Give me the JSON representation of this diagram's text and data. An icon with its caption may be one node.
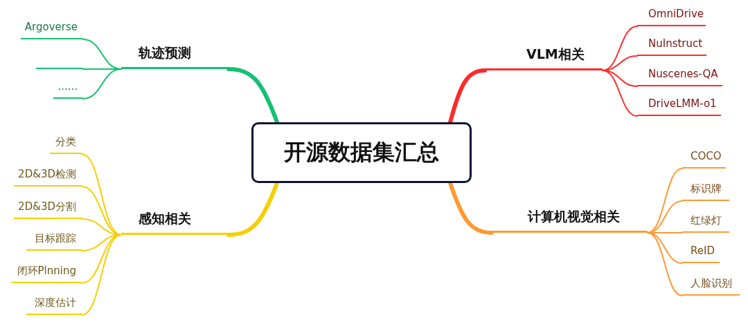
{
  "diagram": {
    "nodes": [
      {
        "text": [
          "开源数据集汇总"
        ]
      },
      {
        "text": [
          "轨迹预测"
        ]
      },
      {
        "text": [
          "Argoverse"
        ]
      },
      {
        "text": [],
        "shape": "line"
      },
      {
        "text": [
          "......"
        ]
      },
      {
        "text": [
          "感知相关"
        ]
      },
      {
        "text": [
          "分类"
        ]
      },
      {
        "text": [
          "2D&3D检测"
        ]
      },
      {
        "text": [
          "2D&3D分割"
        ]
      },
      {
        "text": [
          "目标跟踪"
        ]
      },
      {
        "text": [
          "闭环Plnning"
        ]
      },
      {
        "text": [
          "深度估计"
        ]
      },
      {
        "text": [
          "VLM相关"
        ]
      },
      {
        "text": [
          "OmniDrive"
        ]
      },
      {
        "text": [
          "NuInstruct"
        ]
      },
      {
        "text": [
          "Nuscenes-QA"
        ]
      },
      {
        "text": [
          "DriveLMM-o1"
        ]
      },
      {
        "text": [
          "计算机视觉相关"
        ]
      },
      {
        "text": [
          "COCO"
        ]
      },
      {
        "text": [
          "标识牌"
        ]
      },
      {
        "text": [
          "红绿灯"
        ]
      },
      {
        "text": [
          "ReID"
        ]
      },
      {
        "text": [
          "人脸识别"
        ]
      }
    ],
    "edges": [
      {
        "from": 0,
        "to": 1,
        "arrow": "none",
        "style": "thick",
        "color": "#16c172"
      },
      {
        "from": 0,
        "to": 5,
        "arrow": "none",
        "style": "thick"
      },
      {
        "from": 0,
        "to": 12,
        "arrow": "none",
        "style": "thick",
        "color": "#ff2a2a"
      },
      {
        "from": 0,
        "to": 17,
        "arrow": "none",
        "style": "thick",
        "color": "#ff9a33"
      },
      {
        "from": 1,
        "to": 2,
        "arrow": "none",
        "color": "#16c172"
      },
      {
        "from": 1,
        "to": 3,
        "arrow": "none",
        "color": "#16c172"
      },
      {
        "from": 1,
        "to": 4,
        "arrow": "none",
        "color": "#16c172"
      },
      {
        "from": 5,
        "to": 6,
        "arrow": "none"
      },
      {
        "from": 5,
        "to": 7,
        "arrow": "none"
      },
      {
        "from": 5,
        "to": 8,
        "arrow": "none"
      },
      {
        "from": 5,
        "to": 9,
        "arrow": "none"
      },
      {
        "from": 5,
        "to": 10,
        "arrow": "none"
      },
      {
        "from": 5,
        "to": 11,
        "arrow": "none"
      },
      {
        "from": 12,
        "to": 13,
        "arrow": "none",
        "color": "#ff2a2a"
      },
      {
        "from": 12,
        "to": 14,
        "arrow": "none",
        "color": "#ff2a2a"
      },
      {
        "from": 12,
        "to": 15,
        "arrow": "none",
        "color": "#ff2a2a"
      },
      {
        "from": 12,
        "to": 16,
        "arrow": "none",
        "color": "#ff2a2a"
      },
      {
        "from": 17,
        "to": 18,
        "arrow": "none",
        "color": "#ff9a33"
      },
      {
        "from": 17,
        "to": 19,
        "arrow": "none",
        "color": "#ff9a33"
      },
      {
        "from": 17,
        "to": 20,
        "arrow": "none",
        "color": "#ff9a33"
      },
      {
        "from": 17,
        "to": 21,
        "arrow": "none",
        "color": "#ff9a33"
      },
      {
        "from": 17,
        "to": 22,
        "arrow": "none",
        "color": "#ff9a33"
      }
    ]
  }
}
